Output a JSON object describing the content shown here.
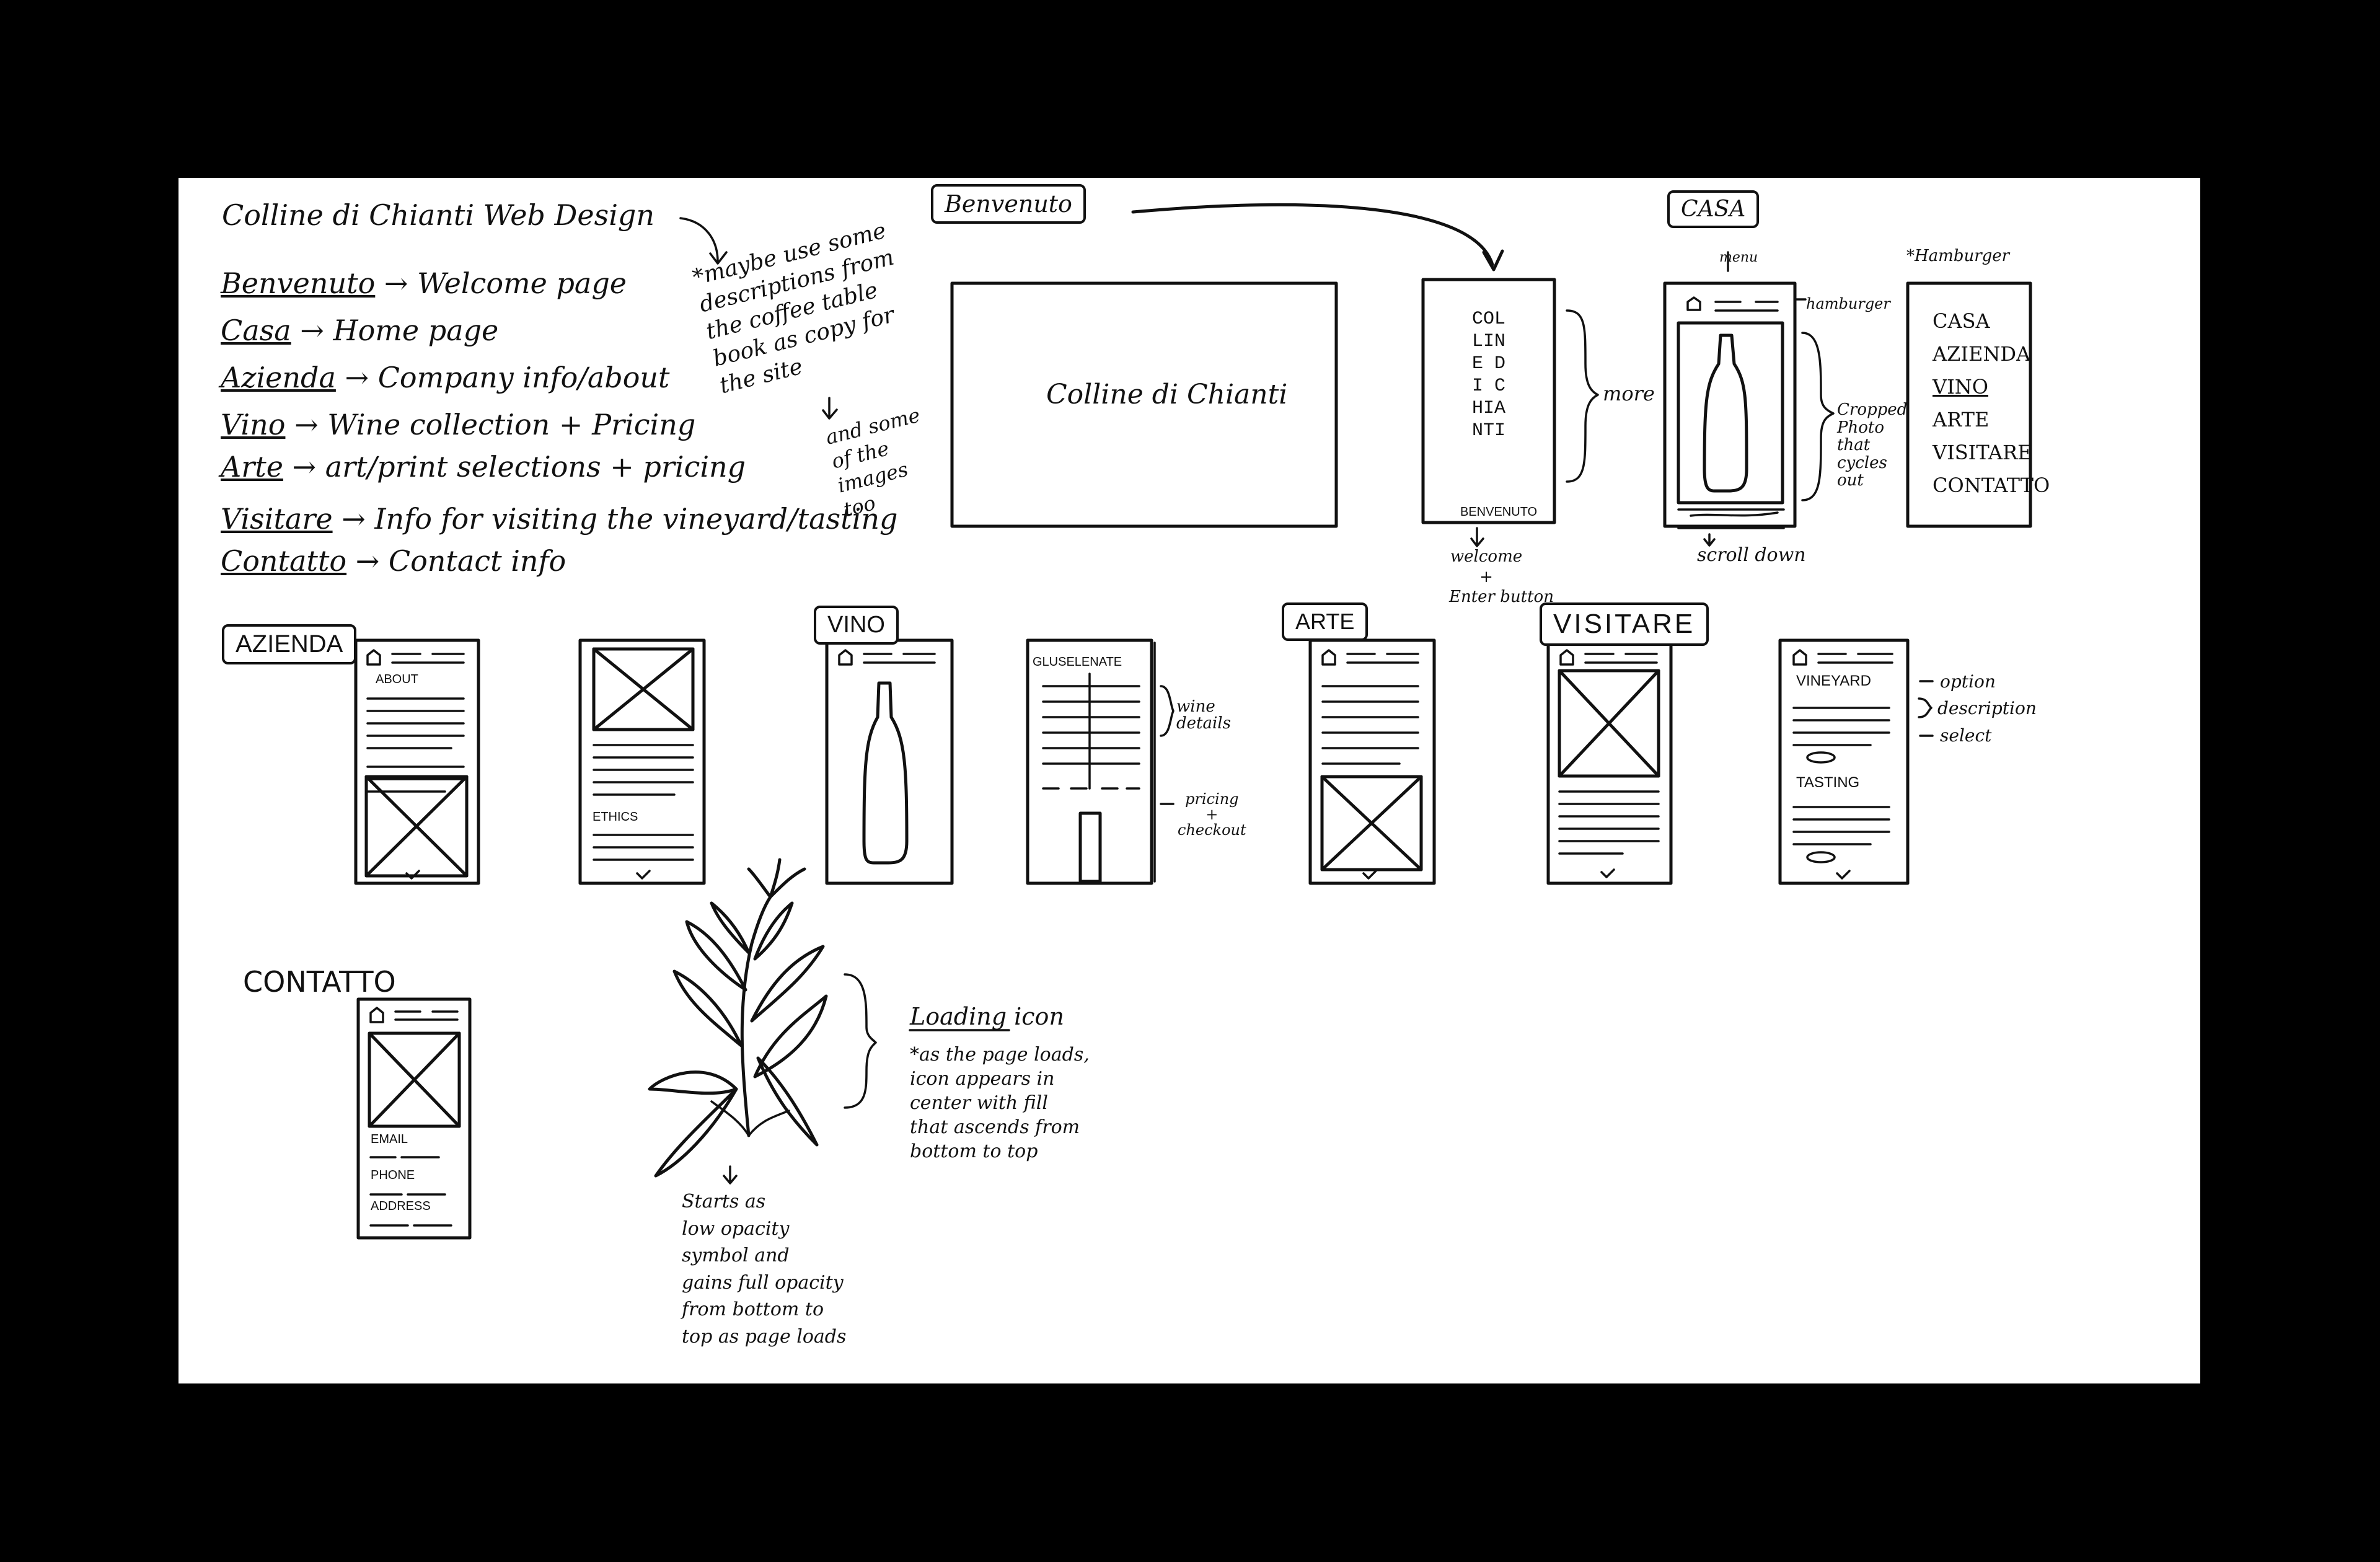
{
  "sheet_title": "Colline di Chianti Web Design",
  "legend": [
    {
      "term": "Benvenuto",
      "meaning": "Welcome page"
    },
    {
      "term": "Casa",
      "meaning": "Home page"
    },
    {
      "term": "Azienda",
      "meaning": "Company info/about"
    },
    {
      "term": "Vino",
      "meaning": "Wine collection + Pricing"
    },
    {
      "term": "Arte",
      "meaning": "art/print selections + pricing"
    },
    {
      "term": "Visitare",
      "meaning": "Info for visiting the vineyard/tasting"
    },
    {
      "term": "Contatto",
      "meaning": "Contact info"
    }
  ],
  "note_copy": [
    "*maybe use some",
    "descriptions from",
    "the coffee table",
    "book as copy for",
    "the site"
  ],
  "note_images": [
    "and some",
    "of the",
    "images",
    "too"
  ],
  "benvenuto": {
    "label": "Benvenuto",
    "desktop_title": "Colline di Chianti",
    "mobile_title": "COLLINE DI CHIANTI",
    "mobile_button": "BENVENUTO",
    "more_note": "more",
    "welcome_note": [
      "welcome",
      "+",
      "Enter button"
    ]
  },
  "casa": {
    "label": "CASA",
    "menu_note": "menu",
    "hamburger_note": "hamburger",
    "photo_note": [
      "Cropped",
      "Photo",
      "that",
      "cycles",
      "out"
    ],
    "scroll_note": "scroll down",
    "hamburger_title": "*Hamburger",
    "menu_items": [
      "CASA",
      "AZIENDA",
      "VINO",
      "ARTE",
      "VISITARE",
      "CONTATTO"
    ]
  },
  "azienda": {
    "label": "AZIENDA",
    "about": "ABOUT",
    "ethics": "ETHICS"
  },
  "vino": {
    "label": "VINO",
    "detail_title": "GLUSELENATE",
    "wine_details_note": [
      "wine",
      "details"
    ],
    "pricing_note": [
      "pricing",
      "+",
      "checkout"
    ]
  },
  "arte": {
    "label": "ARTE"
  },
  "visitare": {
    "label": "VISITARE",
    "vineyard": "VINEYARD",
    "tasting": "TASTING",
    "option_note": "option",
    "description_note": "description",
    "select_note": "select"
  },
  "contatto": {
    "label": "CONTATTO",
    "email": "EMAIL",
    "phone": "PHONE",
    "address": "ADDRESS"
  },
  "loading": {
    "title": "Loading icon",
    "desc": [
      "*as the page loads,",
      "icon appears in",
      "center with fill",
      "that ascends from",
      "bottom to top"
    ],
    "opacity_note": [
      "Starts as",
      "low opacity",
      "symbol and",
      "gains full opacity",
      "from bottom to",
      "top as page loads"
    ]
  }
}
